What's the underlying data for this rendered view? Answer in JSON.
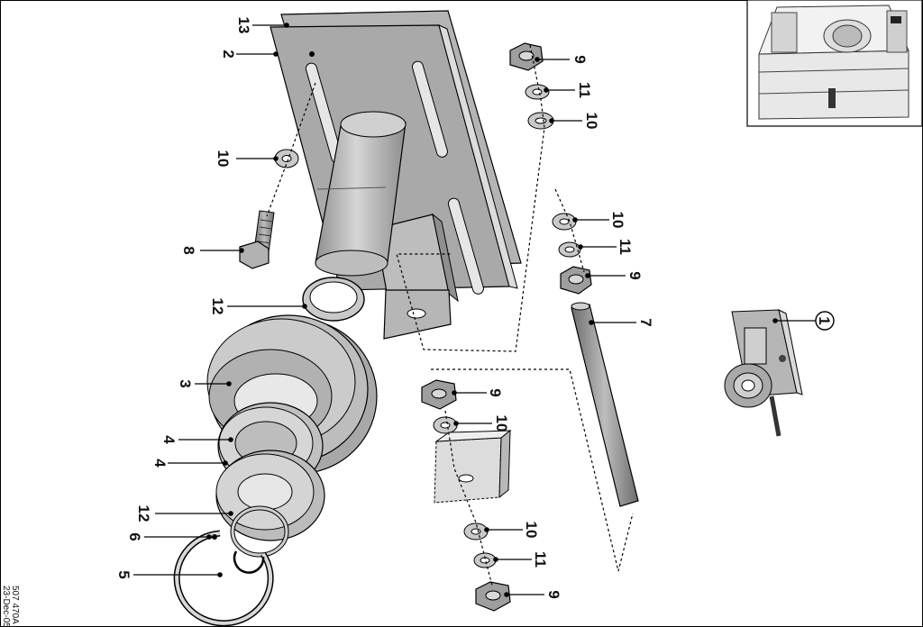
{
  "callouts": {
    "c13": "13",
    "c2": "2",
    "c10a": "10",
    "c8": "8",
    "c12a": "12",
    "c3": "3",
    "c4a": "4",
    "c4b": "4",
    "c12b": "12",
    "c6": "6",
    "c5": "5",
    "c9a": "9",
    "c11a": "11",
    "c10b": "10",
    "c10c": "10",
    "c11b": "11",
    "c9b": "9",
    "c7": "7",
    "c9c": "9",
    "c10d": "10",
    "c10e": "10",
    "c11c": "11",
    "c9d": "9",
    "c1": "1"
  },
  "stamp": {
    "date": "23-Dec-05",
    "code": "507 470A"
  },
  "colors": {
    "part_fill": "#c8c8c8",
    "part_dark": "#9a9a9a",
    "part_light": "#e2e2e2",
    "line": "#000000"
  }
}
